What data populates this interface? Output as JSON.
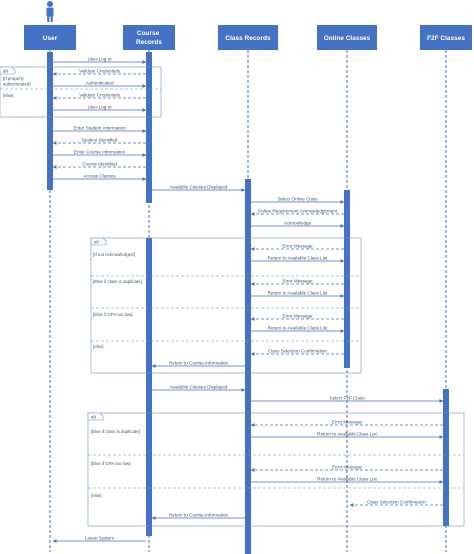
{
  "participants": [
    {
      "id": "user",
      "label": "User",
      "actor_icon": "person-icon"
    },
    {
      "id": "course",
      "label": "Course Records"
    },
    {
      "id": "class",
      "label": "Class Records"
    },
    {
      "id": "online",
      "label": "Online Classes"
    },
    {
      "id": "f2f",
      "label": "F2F Classes"
    }
  ],
  "fragments": [
    {
      "operator": "alt",
      "guards": [
        "[If properly authenticated]",
        "[else]"
      ]
    },
    {
      "operator": "alt",
      "guards": [
        "[If not Acknowledged]",
        "[Else if class is duplicate]",
        "[Else if GPA too low]",
        "[else]"
      ]
    },
    {
      "operator": "alt",
      "guards": [
        "[Else if class is duplicate]",
        "[Else if GPA too low]",
        "[else]"
      ]
    }
  ],
  "messages": [
    {
      "text": "User Log In",
      "from": "user",
      "to": "course",
      "style": "solid"
    },
    {
      "text": "Validate Credentials",
      "from": "course",
      "to": "user",
      "style": "dashed"
    },
    {
      "text": "Authenticated",
      "from": "user",
      "to": "course",
      "style": "solid"
    },
    {
      "text": "Validate Credentials",
      "from": "course",
      "to": "user",
      "style": "dashed"
    },
    {
      "text": "User Log In",
      "from": "user",
      "to": "course",
      "style": "solid"
    },
    {
      "text": "Enter Student Information",
      "from": "user",
      "to": "course",
      "style": "solid"
    },
    {
      "text": "Student Identified",
      "from": "course",
      "to": "user",
      "style": "dashed"
    },
    {
      "text": "Enter Course Information",
      "from": "user",
      "to": "course",
      "style": "solid"
    },
    {
      "text": "Course Identified",
      "from": "course",
      "to": "user",
      "style": "dashed"
    },
    {
      "text": "Access Classes",
      "from": "user",
      "to": "course",
      "style": "solid"
    },
    {
      "text": "Available Classes Displayed",
      "from": "course",
      "to": "class",
      "style": "solid"
    },
    {
      "text": "Select Online Class",
      "from": "class",
      "to": "online",
      "style": "solid"
    },
    {
      "text": "Online Requirement Acknowledgement",
      "from": "online",
      "to": "class",
      "style": "dashed"
    },
    {
      "text": "Acknowledge",
      "from": "class",
      "to": "online",
      "style": "solid"
    },
    {
      "text": "Error Message",
      "from": "online",
      "to": "class",
      "style": "dashed"
    },
    {
      "text": "Return to Available Class List",
      "from": "class",
      "to": "online",
      "style": "solid"
    },
    {
      "text": "Error Message",
      "from": "online",
      "to": "class",
      "style": "dashed"
    },
    {
      "text": "Return to Available Class List",
      "from": "class",
      "to": "online",
      "style": "solid"
    },
    {
      "text": "Error Message",
      "from": "online",
      "to": "class",
      "style": "dashed"
    },
    {
      "text": "Return to Available Class List",
      "from": "class",
      "to": "online",
      "style": "solid"
    },
    {
      "text": "Class Selection Confirmation",
      "from": "online",
      "to": "class",
      "style": "dashed"
    },
    {
      "text": "Return to Course Information",
      "from": "class",
      "to": "course",
      "style": "solid"
    },
    {
      "text": "Available Classes Displayed",
      "from": "course",
      "to": "class",
      "style": "solid"
    },
    {
      "text": "Select F2F Class",
      "from": "class",
      "to": "f2f",
      "style": "solid"
    },
    {
      "text": "Error Message",
      "from": "f2f",
      "to": "class",
      "style": "dashed"
    },
    {
      "text": "Return to Available Class List",
      "from": "class",
      "to": "f2f",
      "style": "solid"
    },
    {
      "text": "Error Message",
      "from": "f2f",
      "to": "class",
      "style": "dashed"
    },
    {
      "text": "Return to Available Class List",
      "from": "class",
      "to": "f2f",
      "style": "solid"
    },
    {
      "text": "Class Selection Confirmation",
      "from": "f2f",
      "to": "online",
      "style": "dashed"
    },
    {
      "text": "Return to Course Information",
      "from": "class",
      "to": "course",
      "style": "solid"
    },
    {
      "text": "Leave System",
      "from": "course",
      "to": "user",
      "style": "solid"
    }
  ]
}
